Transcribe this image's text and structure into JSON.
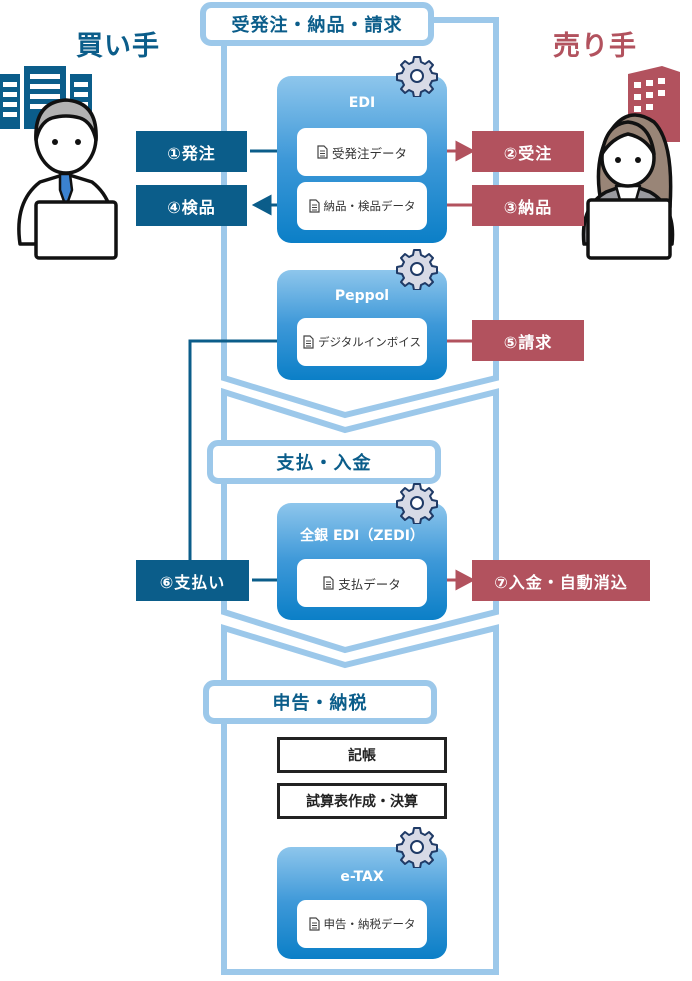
{
  "actors": {
    "buyer": {
      "title": "買い手",
      "icon": "buyer-person-icon",
      "building_icon": "office-building-icon",
      "color": "#0b5d8a"
    },
    "seller": {
      "title": "売り手",
      "icon": "seller-person-icon",
      "building_icon": "office-building-icon",
      "color": "#b2525e"
    }
  },
  "colors": {
    "frame": "#9cc8ea",
    "system_gradient": [
      "#8ec6ec",
      "#0b7fc7"
    ],
    "gear": "#d7dae6",
    "buyer": "#0b5d8a",
    "seller": "#b2525e"
  },
  "sections": [
    {
      "title": "受発注・納品・請求",
      "systems": [
        {
          "name": "EDI",
          "icon": "gear-icon",
          "data_items": [
            {
              "label": "受発注データ",
              "icon": "document-icon"
            },
            {
              "label": "納品・検品データ",
              "icon": "document-icon"
            }
          ]
        },
        {
          "name": "Peppol",
          "icon": "gear-icon",
          "data_items": [
            {
              "label": "デジタルインボイス",
              "icon": "document-icon"
            }
          ]
        }
      ]
    },
    {
      "title": "支払・入金",
      "systems": [
        {
          "name": "全銀 EDI（ZEDI）",
          "icon": "gear-icon",
          "data_items": [
            {
              "label": "支払データ",
              "icon": "document-icon"
            }
          ]
        }
      ]
    },
    {
      "title": "申告・納税",
      "steps": [
        "記帳",
        "試算表作成・決算"
      ],
      "systems": [
        {
          "name": "e-TAX",
          "icon": "gear-icon",
          "data_items": [
            {
              "label": "申告・納税データ",
              "icon": "document-icon"
            }
          ]
        }
      ]
    }
  ],
  "flows": {
    "buyer": [
      {
        "label": "①発注",
        "direction": "to-system"
      },
      {
        "label": "④検品",
        "direction": "from-system"
      },
      {
        "label": "⑥支払い",
        "direction": "to-system"
      }
    ],
    "seller": [
      {
        "label": "②受注",
        "direction": "from-system"
      },
      {
        "label": "③納品",
        "direction": "to-system"
      },
      {
        "label": "⑤請求",
        "direction": "to-system"
      },
      {
        "label": "⑦入金・自動消込",
        "direction": "from-system"
      }
    ]
  }
}
